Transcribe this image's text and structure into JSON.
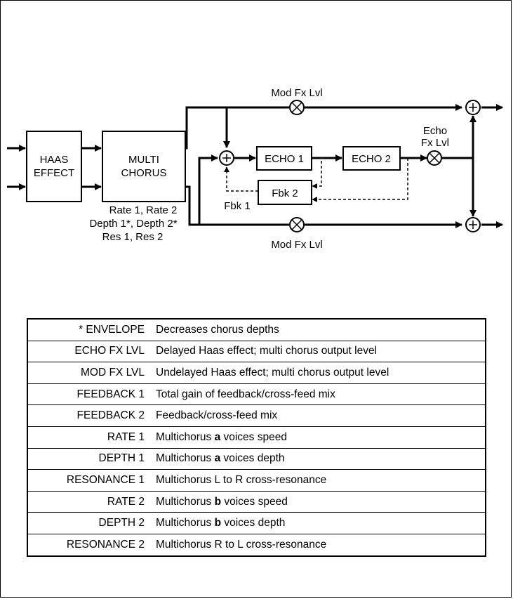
{
  "blocks": {
    "haas": [
      "HAAS",
      "EFFECT"
    ],
    "chorus": [
      "MULTI",
      "CHORUS"
    ],
    "echo1": "ECHO 1",
    "echo2": "ECHO 2",
    "fbk2": "Fbk 2"
  },
  "labels": {
    "mod_fx_top": "Mod Fx Lvl",
    "mod_fx_bottom": "Mod Fx Lvl",
    "echo_fx": [
      "Echo",
      "Fx Lvl"
    ],
    "fbk1": "Fbk 1",
    "chorus_params": [
      "Rate 1, Rate 2",
      "Depth 1*, Depth 2*",
      "Res 1, Res 2"
    ]
  },
  "table": {
    "rows": [
      {
        "name": "* ENVELOPE",
        "desc": [
          "Decreases chorus depths"
        ]
      },
      {
        "name": "ECHO FX LVL",
        "desc": [
          "Delayed Haas effect; multi chorus output level"
        ]
      },
      {
        "name": "MOD FX LVL",
        "desc": [
          "Undelayed Haas effect; multi chorus output level"
        ]
      },
      {
        "name": "FEEDBACK 1",
        "desc": [
          "Total gain of feedback/cross-feed mix"
        ]
      },
      {
        "name": "FEEDBACK 2",
        "desc": [
          "Feedback/cross-feed mix"
        ]
      },
      {
        "name": "RATE 1",
        "desc": [
          "Multichorus ",
          "a",
          " voices speed"
        ]
      },
      {
        "name": "DEPTH 1",
        "desc": [
          "Multichorus ",
          "a",
          " voices depth"
        ]
      },
      {
        "name": "RESONANCE 1",
        "desc": [
          "Multichorus L to R cross-resonance"
        ]
      },
      {
        "name": "RATE 2",
        "desc": [
          "Multichorus ",
          "b",
          " voices speed"
        ]
      },
      {
        "name": "DEPTH 2",
        "desc": [
          "Multichorus ",
          "b",
          " voices depth"
        ]
      },
      {
        "name": "RESONANCE 2",
        "desc": [
          "Multichorus R to L cross-resonance"
        ]
      }
    ]
  }
}
